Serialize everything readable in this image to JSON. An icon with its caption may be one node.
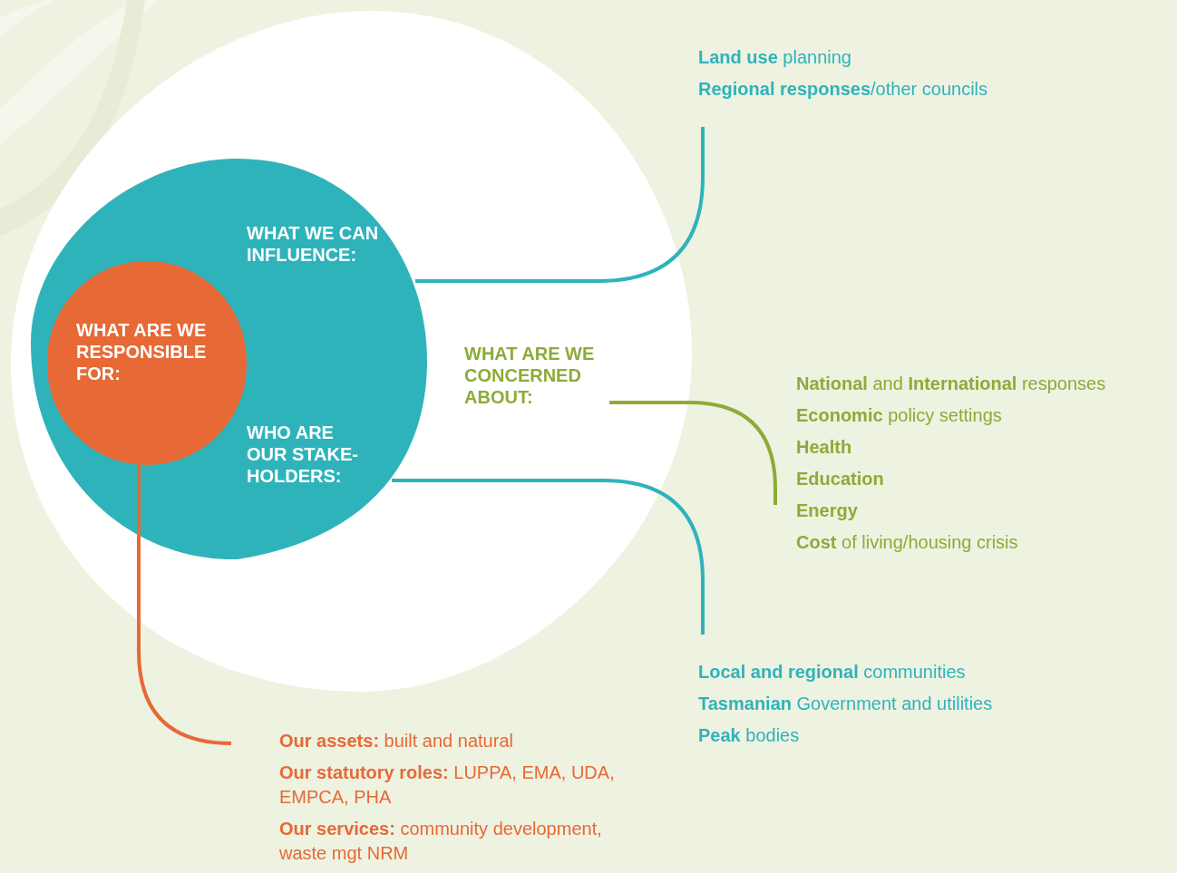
{
  "diagram": {
    "nodes": [
      {
        "text": [],
        "shape": "circle"
      },
      {
        "text": [
          "WHAT WE CAN INFLUENCE:",
          "WHO ARE OUR STAKE- HOLDERS:"
        ],
        "in": 0
      },
      {
        "text": [
          "WHAT ARE WE RESPONSIBLE FOR:"
        ],
        "in": 1
      },
      {
        "text": [
          "WHAT ARE WE CONCERNED ABOUT:"
        ],
        "in": 0
      },
      {
        "text": [
          "**Land use** planning",
          "**Regional responses**/other councils"
        ]
      },
      {
        "text": [
          "**National** and **International** responses",
          "**Economic** policy settings",
          "**Health**",
          "**Education**",
          "**Energy**",
          "**Cost** of living/housing crisis"
        ]
      },
      {
        "text": [
          "**Local and regional** communities",
          "**Tasmanian** Government and utilities",
          "**Peak** bodies"
        ]
      },
      {
        "text": [
          "**Our assets:** built and natural",
          "**Our statutory roles:** LUPPA, EMA, UDA, EMPCA, PHA",
          "**Our services:** community development, waste mgt NRM"
        ]
      }
    ],
    "edges": [
      {
        "from": 1,
        "to": 4,
        "arrow": "none",
        "color": "#2fb3bb"
      },
      {
        "from": 3,
        "to": 5,
        "arrow": "none",
        "color": "#8dab38"
      },
      {
        "from": 1,
        "to": 6,
        "arrow": "none",
        "color": "#2fb3bb"
      },
      {
        "from": 2,
        "to": 7,
        "arrow": "none",
        "color": "#e76935"
      }
    ]
  }
}
